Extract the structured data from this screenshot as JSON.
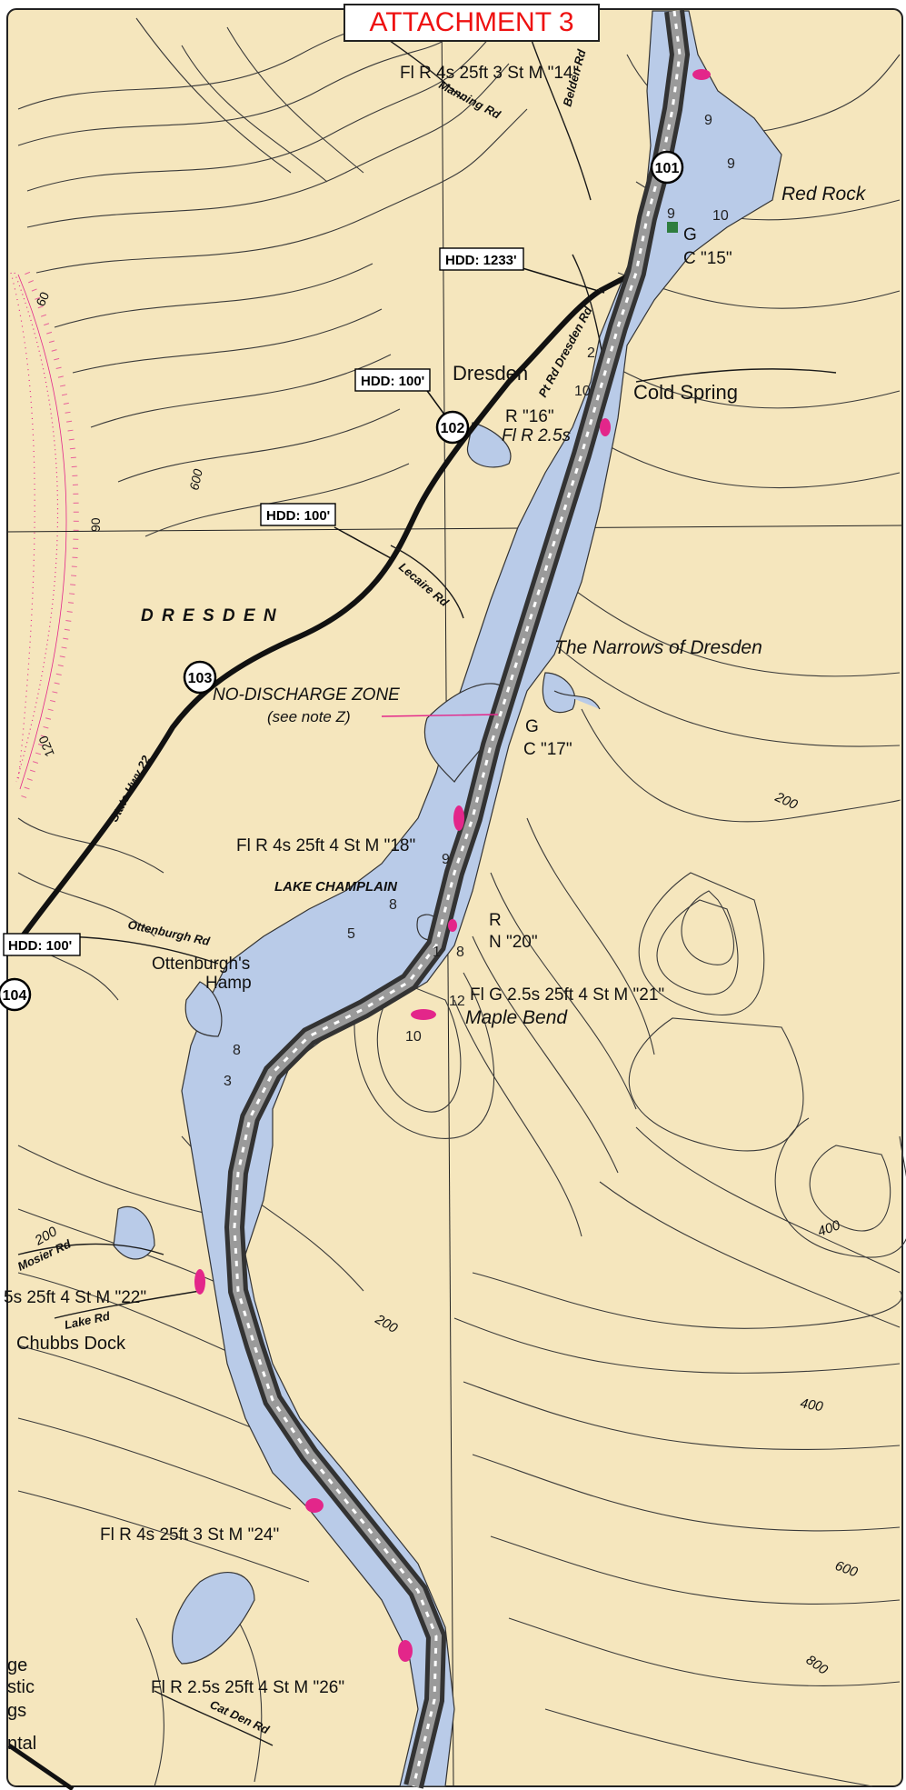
{
  "title": "ATTACHMENT 3",
  "colors": {
    "land": "#f5e6bd",
    "water": "#b9cbe8",
    "route": "#3b3b3b",
    "hazard": "#e3268a",
    "attachment_title": "#ee1111"
  },
  "callouts": [
    {
      "text": "HDD: 1233'"
    },
    {
      "text": "HDD: 100'"
    },
    {
      "text": "HDD: 100'"
    },
    {
      "text": "HDD: 100'"
    }
  ],
  "route_markers": [
    "101",
    "102",
    "103",
    "104"
  ],
  "place_labels": {
    "dresden_town": "Dresden",
    "dresden_caps": "D R E S D E N",
    "cold_spring": "Cold Spring",
    "red_rock": "Red Rock",
    "narrows": "The Narrows of Dresden",
    "lake": "LAKE CHAMPLAIN",
    "ottenburghs": "Ottenburgh's",
    "hamp": "Hamp",
    "maple_bend": "Maple Bend",
    "chubbs_dock": "Chubbs Dock",
    "no_discharge": "NO-DISCHARGE ZONE",
    "see_note": "(see note Z)"
  },
  "road_labels": {
    "manning": "Manning Rd",
    "belden": "Belden Rd",
    "pt_rd_dresden": "Pt Rd Dresden Rd",
    "lecaire": "Lecaire Rd",
    "state_hwy": "State Hwy 22",
    "ottenburgh_rd": "Ottenburgh Rd",
    "mosier": "Mosier Rd",
    "lake_rd": "Lake Rd",
    "cat_den": "Cat Den Rd"
  },
  "navaids": {
    "n14": "Fl R 4s 25ft 3 St M \"14\"",
    "g15_letter": "G",
    "g15": "C \"15\"",
    "r16": "R \"16\"",
    "fl_r25": "Fl R 2.5s",
    "g17_letter": "G",
    "g17": "C \"17\"",
    "n18": "Fl R 4s 25ft 4 St M \"18\"",
    "r20_letter": "R",
    "n20": "N \"20\"",
    "n21": "Fl G 2.5s 25ft 4 St M \"21\"",
    "n22": "5s 25ft 4 St M \"22\"",
    "n24": "Fl R 4s 25ft 3 St M \"24\"",
    "n26": "Fl R 2.5s 25ft 4 St M \"26\""
  },
  "depths": [
    "9",
    "9",
    "10",
    "9",
    "2",
    "10",
    "9",
    "8",
    "5",
    "1",
    "8",
    "12",
    "10",
    "8",
    "3"
  ],
  "contour_labels": [
    "600",
    "200",
    "200",
    "400",
    "200",
    "400",
    "600",
    "800"
  ],
  "compass_labels": [
    "60",
    "90",
    "120"
  ],
  "legend_fragments": [
    "ge",
    "stic",
    "gs",
    "ntal"
  ]
}
